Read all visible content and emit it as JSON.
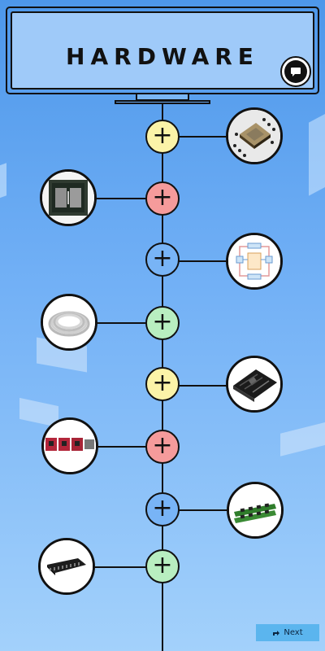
{
  "header": {
    "title": "HARDWARE"
  },
  "colors": {
    "yellow": "#fbf3a8",
    "red": "#f59b9b",
    "blue": "#78b4f6",
    "green": "#b8eec0"
  },
  "nodes": [
    {
      "symbol": "+",
      "color": "yellow",
      "image_side": "right",
      "icon": "cpu-chip-icon"
    },
    {
      "symbol": "+",
      "color": "red",
      "image_side": "left",
      "icon": "processor-die-icon"
    },
    {
      "symbol": "+",
      "color": "blue",
      "image_side": "right",
      "icon": "block-diagram-icon"
    },
    {
      "symbol": "+",
      "color": "green",
      "image_side": "left",
      "icon": "cable-coil-icon"
    },
    {
      "symbol": "+",
      "color": "yellow",
      "image_side": "right",
      "icon": "motherboard-icon"
    },
    {
      "symbol": "+",
      "color": "red",
      "image_side": "left",
      "icon": "circuit-boards-icon"
    },
    {
      "symbol": "+",
      "color": "blue",
      "image_side": "right",
      "icon": "ram-sticks-icon"
    },
    {
      "symbol": "+",
      "color": "green",
      "image_side": "left",
      "icon": "ic-chip-icon"
    }
  ],
  "footer": {
    "next_label": "Next"
  }
}
